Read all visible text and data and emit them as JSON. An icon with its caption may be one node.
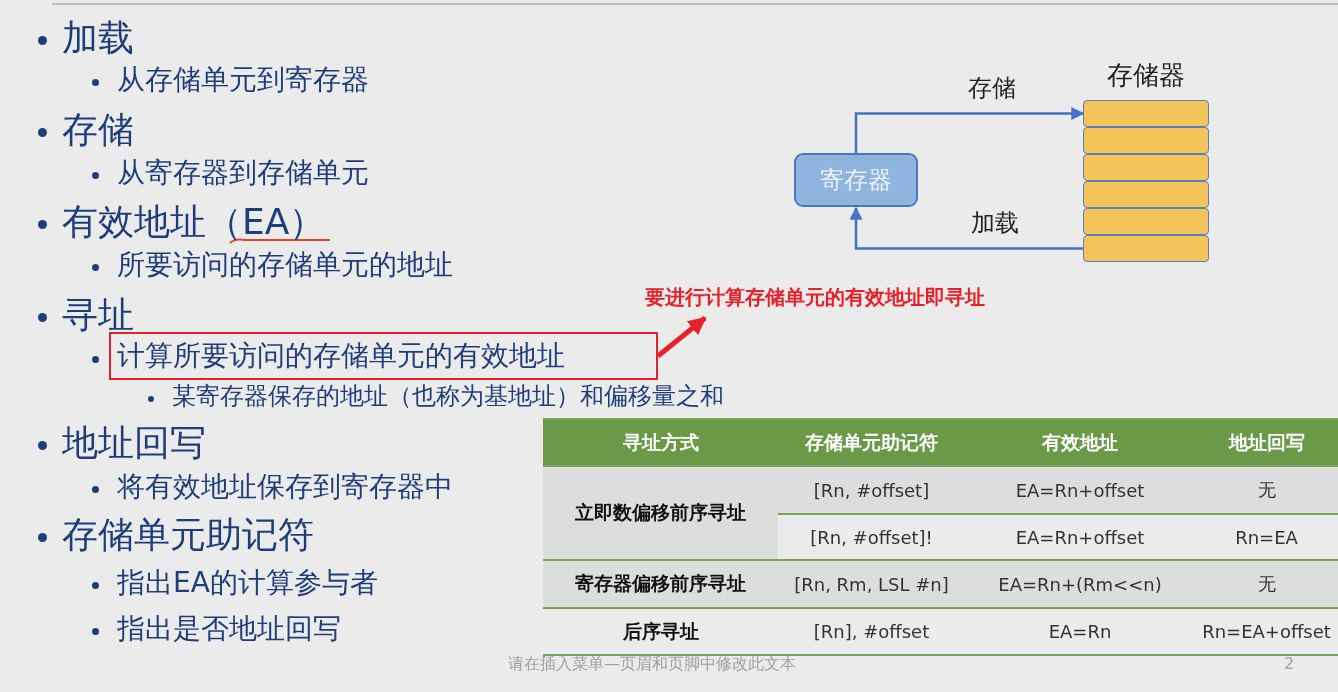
{
  "diagram": {
    "nodes": [
      {
        "text": [
          "寄存器"
        ]
      },
      {
        "text": [
          "存储器"
        ]
      },
      {
        "text": [],
        "shape": "box",
        "in": 1
      },
      {
        "text": [],
        "shape": "box",
        "in": 1
      },
      {
        "text": [],
        "shape": "box",
        "in": 1
      },
      {
        "text": [],
        "shape": "box",
        "in": 1
      },
      {
        "text": [],
        "shape": "box",
        "in": 1
      },
      {
        "text": [],
        "shape": "box",
        "in": 1
      },
      {
        "text": [
          "计算所要访问的存储单元的有效地址"
        ]
      },
      {
        "text": [
          "要进行计算存储单元的有效地址即寻址"
        ]
      }
    ],
    "edges": [
      {
        "from": 0,
        "to": 2,
        "arrow": "to",
        "label": "存储"
      },
      {
        "from": 7,
        "to": 0,
        "arrow": "to",
        "label": "加载"
      },
      {
        "from": 8,
        "to": 9,
        "arrow": "to",
        "style": "thick",
        "color": "#e8202a"
      }
    ],
    "labels": [
      "加载",
      "从存储单元到寄存器",
      "存储",
      "从寄存器到存储单元",
      "有效地址（EA）",
      "所要访问的存储单元的地址",
      "寻址",
      "某寄存器保存的地址（也称为基地址）和偏移量之和",
      "地址回写",
      "将有效地址保存到寄存器中",
      "存储单元助记符",
      "指出EA的计算参与者",
      "指出是否地址回写",
      "寻址方式",
      "存储单元助记符",
      "有效地址",
      "地址回写",
      "立即数偏移前序寻址",
      "[Rn, #offset]",
      "EA=Rn+offset",
      "无",
      "[Rn, #offset]!",
      "EA=Rn+offset",
      "Rn=EA",
      "寄存器偏移前序寻址",
      "[Rn, Rm, LSL #n]",
      "EA=Rn+(Rm<<n)",
      "无",
      "后序寻址",
      "[Rn], #offset",
      "EA=Rn",
      "Rn=EA+offset",
      "请在插入菜单—页眉和页脚中修改此文本",
      "2"
    ]
  }
}
